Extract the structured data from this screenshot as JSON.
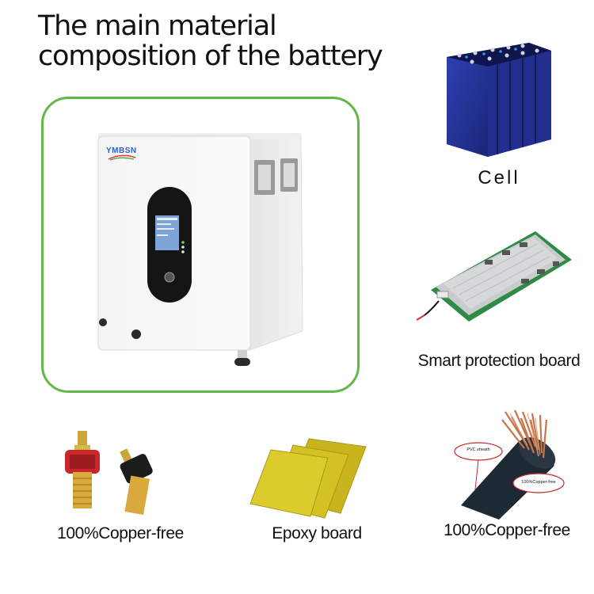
{
  "title": {
    "line1": "The main material",
    "line2": "composition of the battery"
  },
  "product": {
    "logo": "YMBSN"
  },
  "components": {
    "cell": "Cell",
    "protection_board": "Smart protection board",
    "terminal": "100%Copper-free",
    "epoxy": "Epoxy board",
    "wire": "100%Copper-free"
  },
  "wire_callouts": {
    "sheath": "PVC sheath",
    "core": "100%Copper-free"
  },
  "colors": {
    "frame": "#61b846",
    "cell_blue": "#1f2f8f",
    "epoxy_yellow": "#d8c825",
    "copper": "#c8754a"
  }
}
